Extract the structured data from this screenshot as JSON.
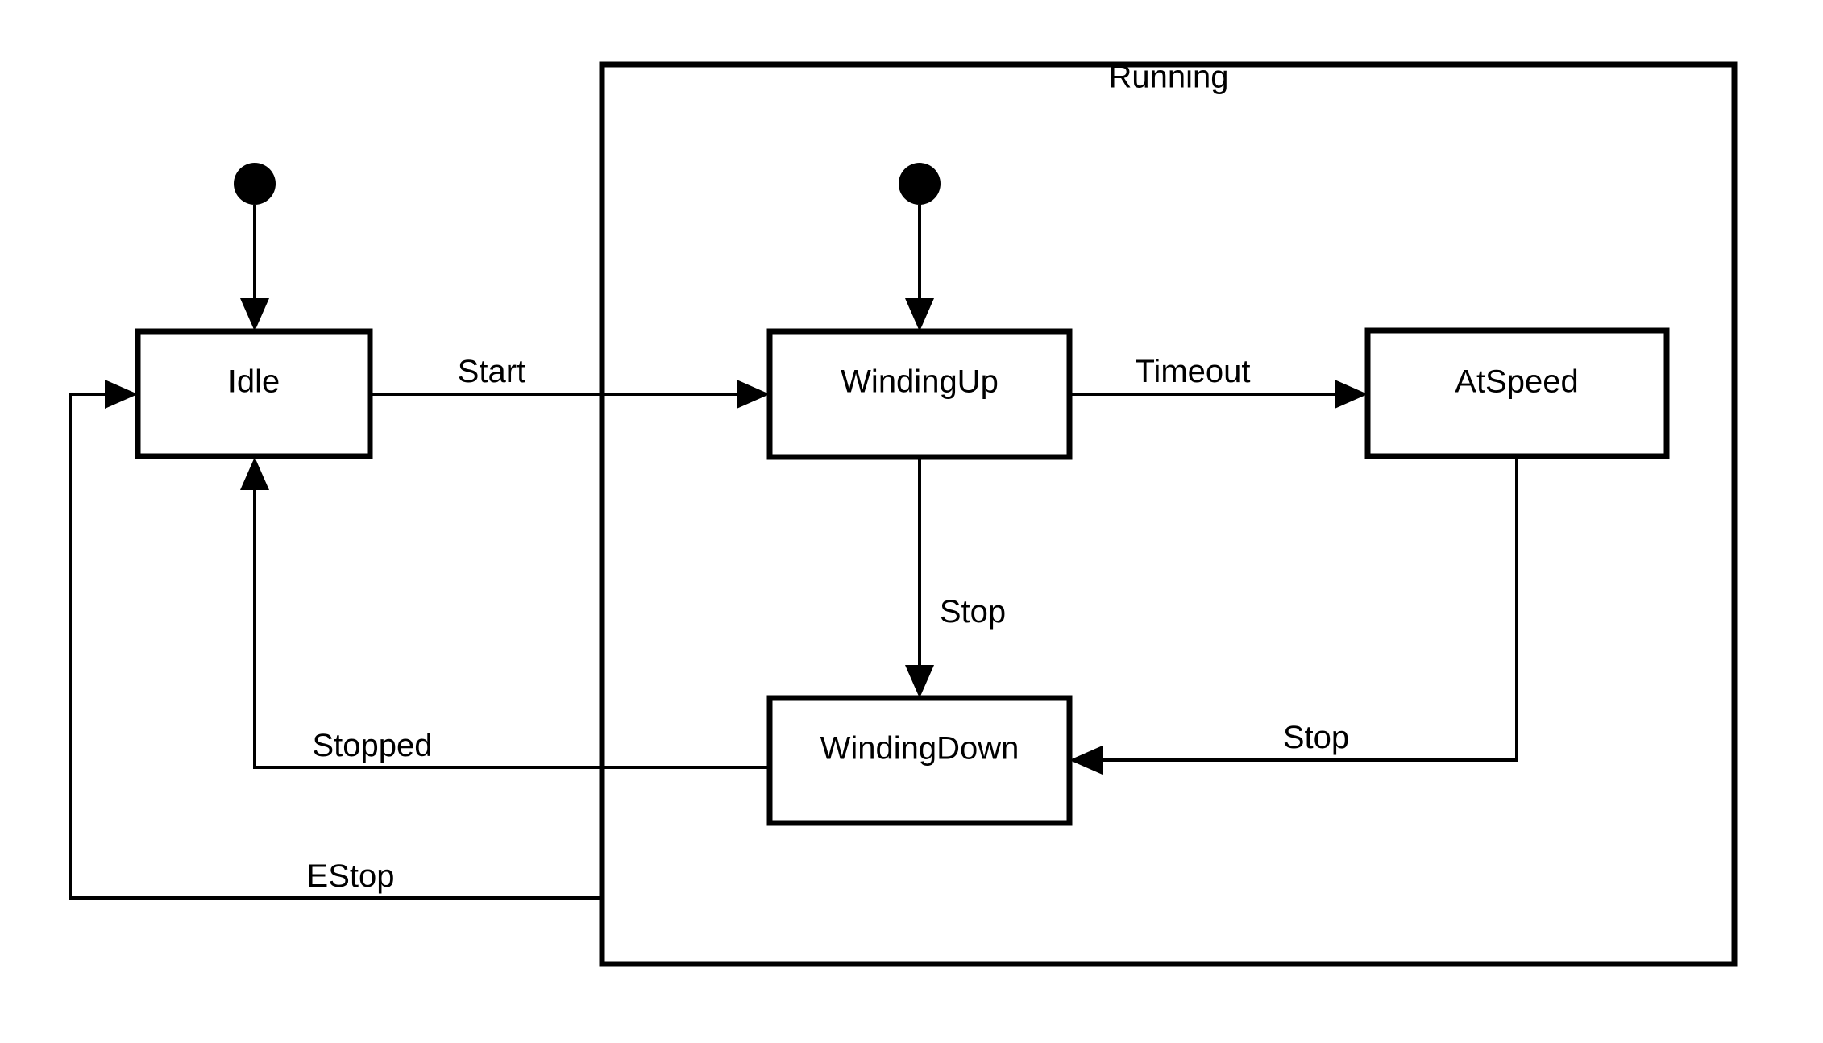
{
  "diagram": {
    "type": "uml-state-machine",
    "title_visible": false,
    "background_color": "#ffffff",
    "line_color": "#000000",
    "composite_states": [
      {
        "id": "running",
        "label": "Running"
      }
    ],
    "states": [
      {
        "id": "idle",
        "label": "Idle",
        "parent": null
      },
      {
        "id": "windingup",
        "label": "WindingUp",
        "parent": "running"
      },
      {
        "id": "atspeed",
        "label": "AtSpeed",
        "parent": "running"
      },
      {
        "id": "windingdown",
        "label": "WindingDown",
        "parent": "running"
      }
    ],
    "initial_nodes": [
      {
        "id": "initial-top",
        "target": "idle"
      },
      {
        "id": "initial-running",
        "target": "windingup"
      }
    ],
    "transitions": [
      {
        "id": "t-start",
        "from": "idle",
        "to": "windingup",
        "label": "Start"
      },
      {
        "id": "t-timeout",
        "from": "windingup",
        "to": "atspeed",
        "label": "Timeout"
      },
      {
        "id": "t-stop-up",
        "from": "windingup",
        "to": "windingdown",
        "label": "Stop"
      },
      {
        "id": "t-stop-at",
        "from": "atspeed",
        "to": "windingdown",
        "label": "Stop"
      },
      {
        "id": "t-stopped",
        "from": "windingdown",
        "to": "idle",
        "label": "Stopped"
      },
      {
        "id": "t-estop",
        "from": "running",
        "to": "idle",
        "label": "EStop"
      }
    ]
  }
}
